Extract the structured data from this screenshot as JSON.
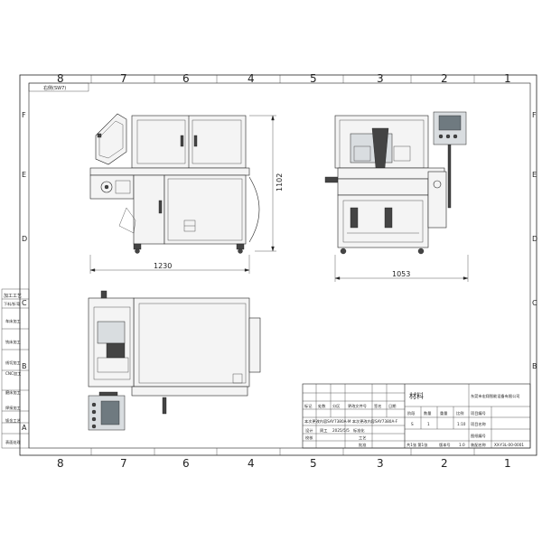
{
  "drawing": {
    "top_columns": [
      "8",
      "7",
      "6",
      "5",
      "4",
      "3",
      "2",
      "1"
    ],
    "bottom_columns": [
      "8",
      "7",
      "6",
      "5",
      "4",
      "3",
      "2",
      "1"
    ],
    "rows": [
      "F",
      "E",
      "D",
      "C",
      "B",
      "A"
    ],
    "corner_note": "右侧(SW7)",
    "dimensions": {
      "front_width": "1230",
      "front_height": "1102",
      "side_width": "1053"
    },
    "left_strip": [
      "加工工艺",
      "下料/折弯",
      "车床加工",
      "铣床加工",
      "线切加工",
      "CNC加工",
      "磨床加工",
      "焊接加工",
      "钣金工艺",
      "表面处理"
    ],
    "title_block": {
      "material_label": "材料",
      "company": "东莞市宏翔智能设备有限公司",
      "rev_headers": [
        "标记",
        "处数",
        "分区",
        "更改文件号",
        "签名",
        "日期"
      ],
      "revision_note": "本次更改内容SAY7380A-M 本次更改内容SAY7380A-F",
      "col_headers": [
        "阶段",
        "数量",
        "重量",
        "比例"
      ],
      "stage": "S",
      "qty": "1",
      "scale": "1:10",
      "design_label": "设计",
      "designer": "周工",
      "design_date": "2025/5/5",
      "standard_label": "标准化",
      "check_label": "校核",
      "process_label": "工艺",
      "approve_label": "批准",
      "sheets_text": "共1张 第1张",
      "version_label": "版本号",
      "version": "1.0",
      "drawing_no_label": "项目编号",
      "name_label": "项目名称",
      "drawing_name_label": "图纸编号",
      "part_label": "装配名称",
      "drawing_no_value": "XX-Y3L-00-0001"
    }
  }
}
